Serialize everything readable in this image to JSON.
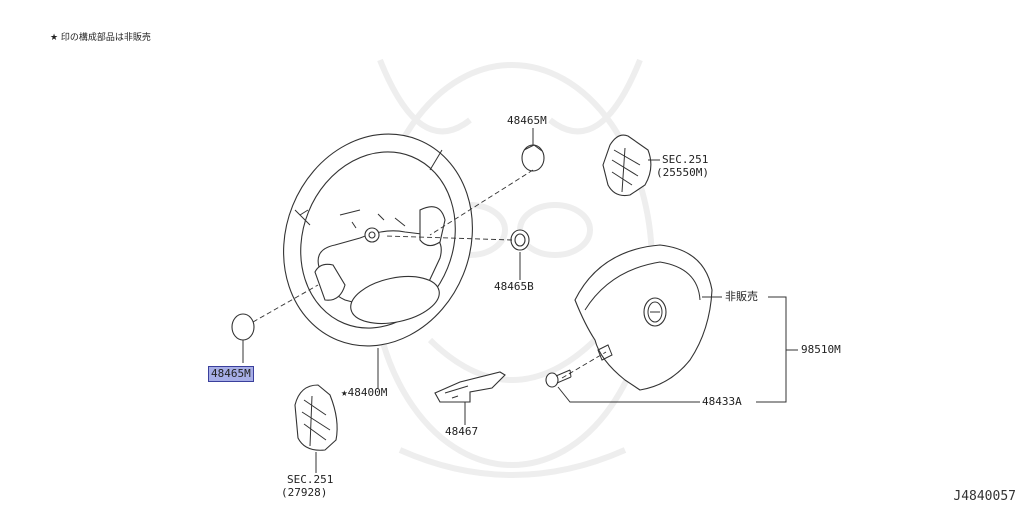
{
  "note": "★ 印の構成部品は非販売",
  "labels": {
    "pad_cover_top": "48465M",
    "sec251_top": "SEC.251",
    "sec251_top_ref": "(25550M)",
    "pad_cover_mid": "48465B",
    "not_for_sale": "非販売",
    "airbag_module": "98510M",
    "pad_cover_left": "48465M",
    "wheel": "★48400M",
    "bolt": "48433A",
    "bracket": "48467",
    "sec251_bottom": "SEC.251",
    "sec251_bottom_ref": "(27928)"
  },
  "doc_id": "J4840057",
  "colors": {
    "highlight_fill": "#a7aee6",
    "highlight_border": "#3a3f9c",
    "line": "#333333"
  }
}
